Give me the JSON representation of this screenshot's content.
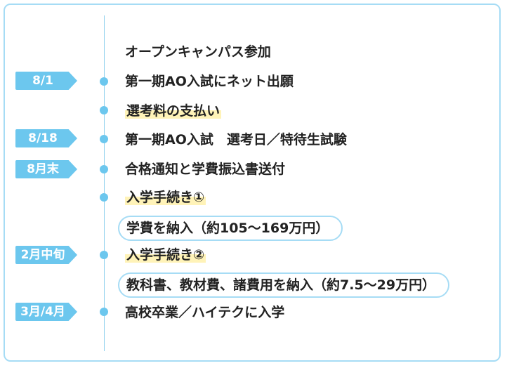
{
  "timeline": {
    "accent_color": "#6cc7ee",
    "border_color": "#a6dcf5",
    "highlight_color": "#fff3b8",
    "date_tags": [
      "8/1",
      "8/18",
      "8月末",
      "2月中旬",
      "3月/4月"
    ],
    "items": [
      "オープンキャンパス参加",
      "第一期AO入試にネット出願",
      "選考料の支払い",
      "第一期AO入試　選考日／特待生試験",
      "合格通知と学費振込書送付",
      "入学手続き①",
      "入学手続き②",
      "高校卒業／ハイテクに入学"
    ],
    "notes": [
      "学費を納入（約105〜169万円）",
      "教科書、教材費、諸費用を納入（約7.5〜29万円）"
    ]
  }
}
